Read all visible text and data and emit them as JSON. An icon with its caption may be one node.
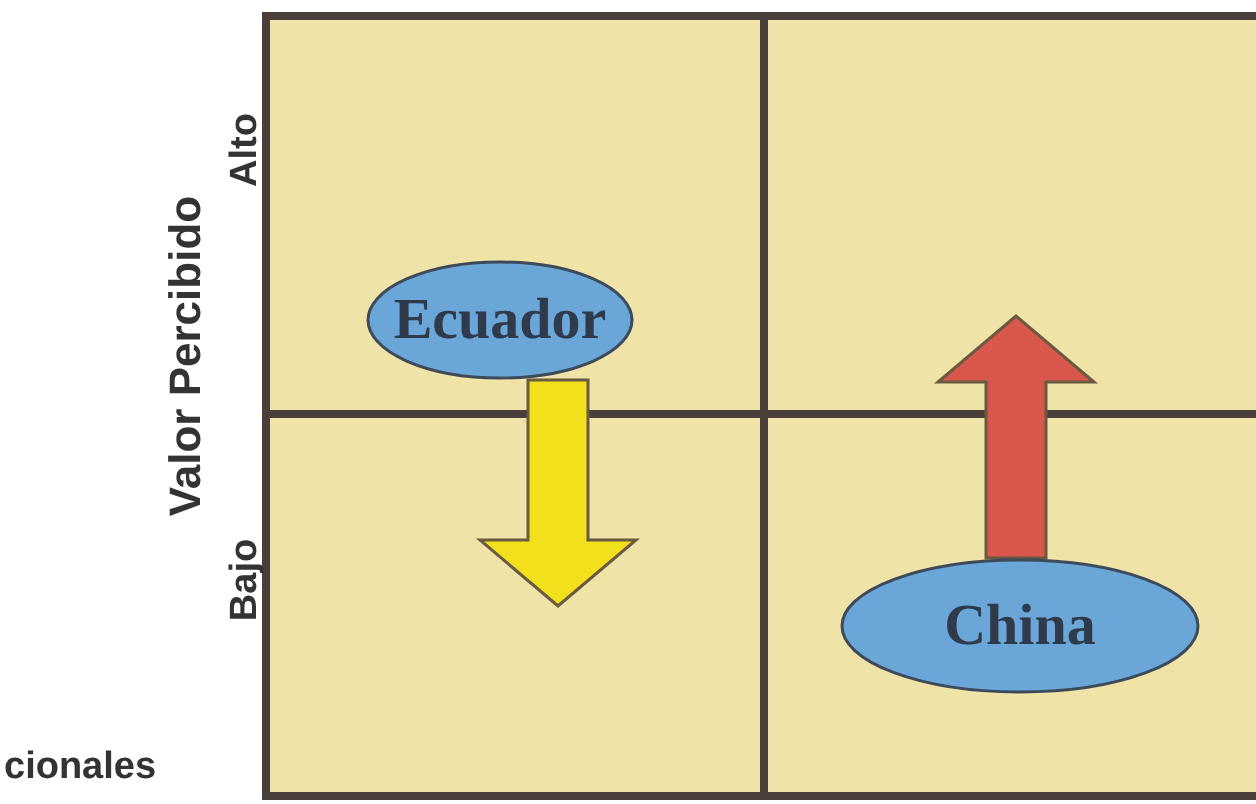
{
  "diagram": {
    "nodes": [
      {
        "text": [
          "Ecuador"
        ]
      },
      {
        "text": [
          "China"
        ]
      }
    ],
    "edges": [
      {
        "from": 0,
        "to": null,
        "arrow": "to",
        "style": "thick",
        "color": "#f2e01c"
      },
      {
        "from": 1,
        "to": null,
        "arrow": "to",
        "style": "thick",
        "color": "#d9574c"
      }
    ],
    "labels": [
      "Valor Percibido",
      "Alto",
      "Bajo",
      "cionales"
    ]
  }
}
